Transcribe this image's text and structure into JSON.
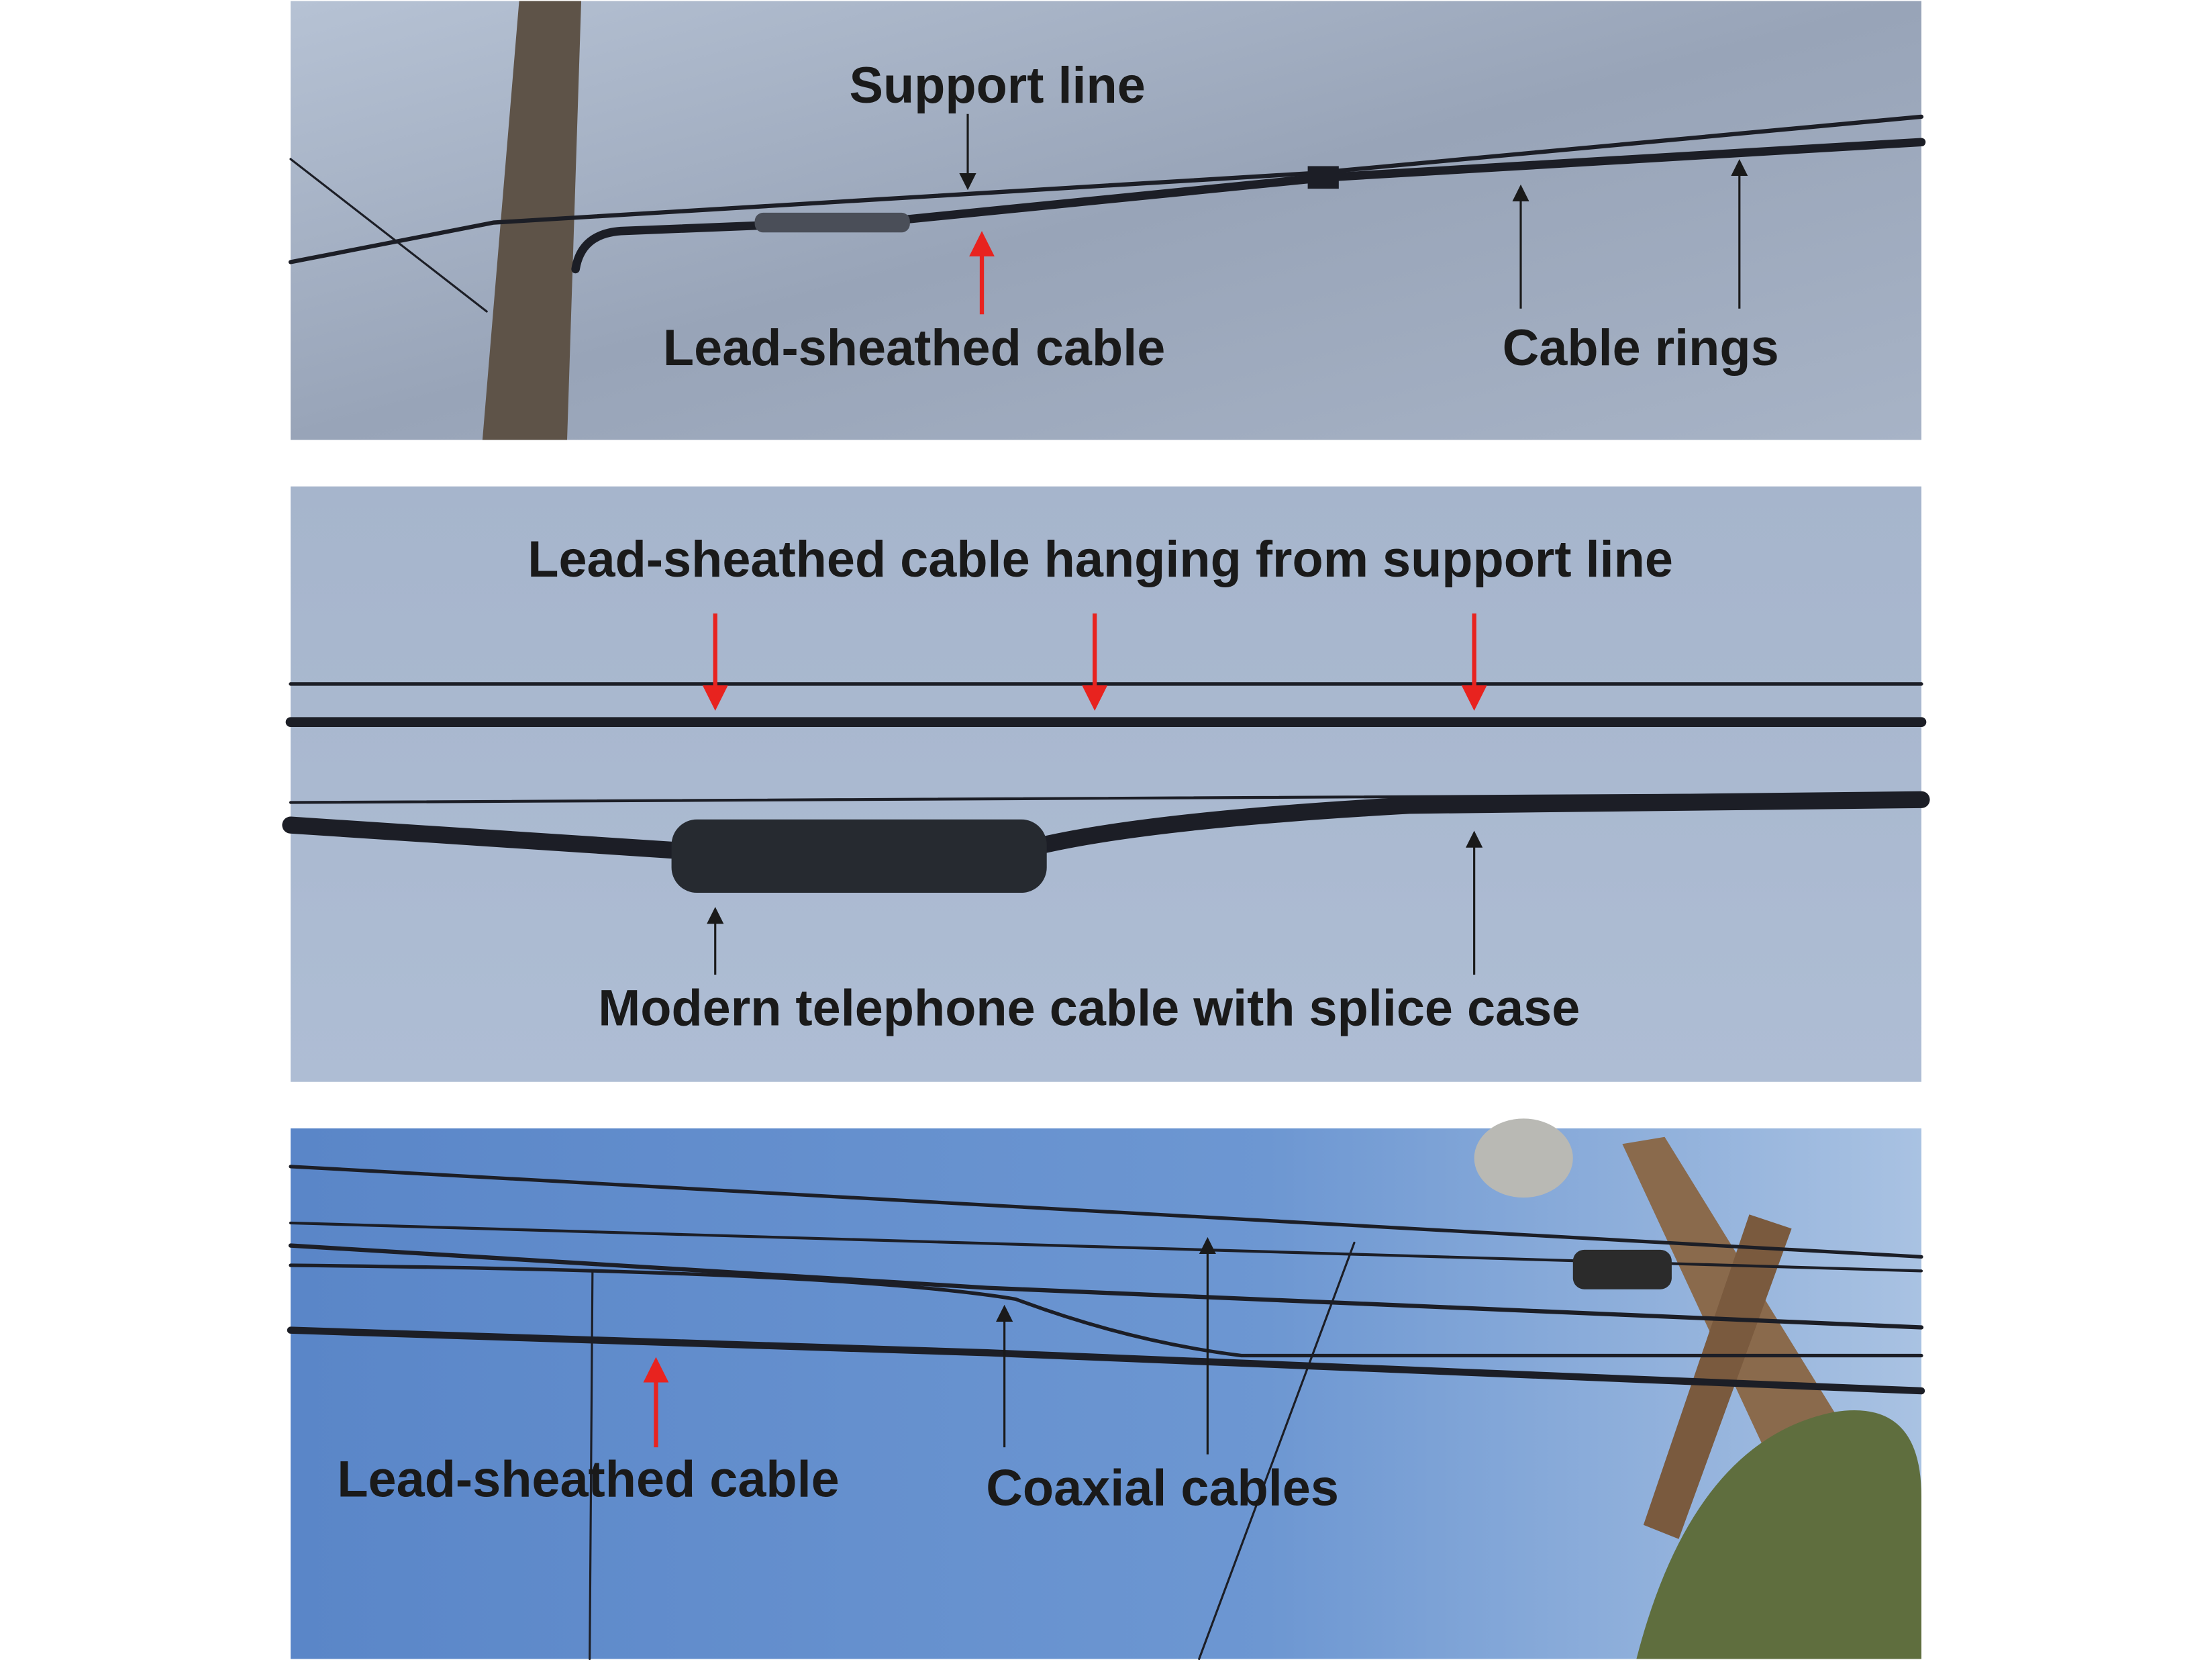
{
  "panels": [
    {
      "labels": {
        "support_line": "Support line",
        "lead_cable": "Lead-sheathed cable",
        "cable_rings": "Cable rings"
      }
    },
    {
      "labels": {
        "title": "Lead-sheathed cable hanging from support line",
        "modern_cable": "Modern telephone cable with splice case"
      }
    },
    {
      "labels": {
        "lead_cable": "Lead-sheathed cable",
        "coaxial": "Coaxial cables"
      }
    }
  ],
  "colors": {
    "highlight_arrow": "#e8231f",
    "label_arrow": "#1a1a1a",
    "sky_overcast": "#9ea9bb",
    "sky_pale": "#a9bad3",
    "sky_blue": "#5f8ccc"
  }
}
